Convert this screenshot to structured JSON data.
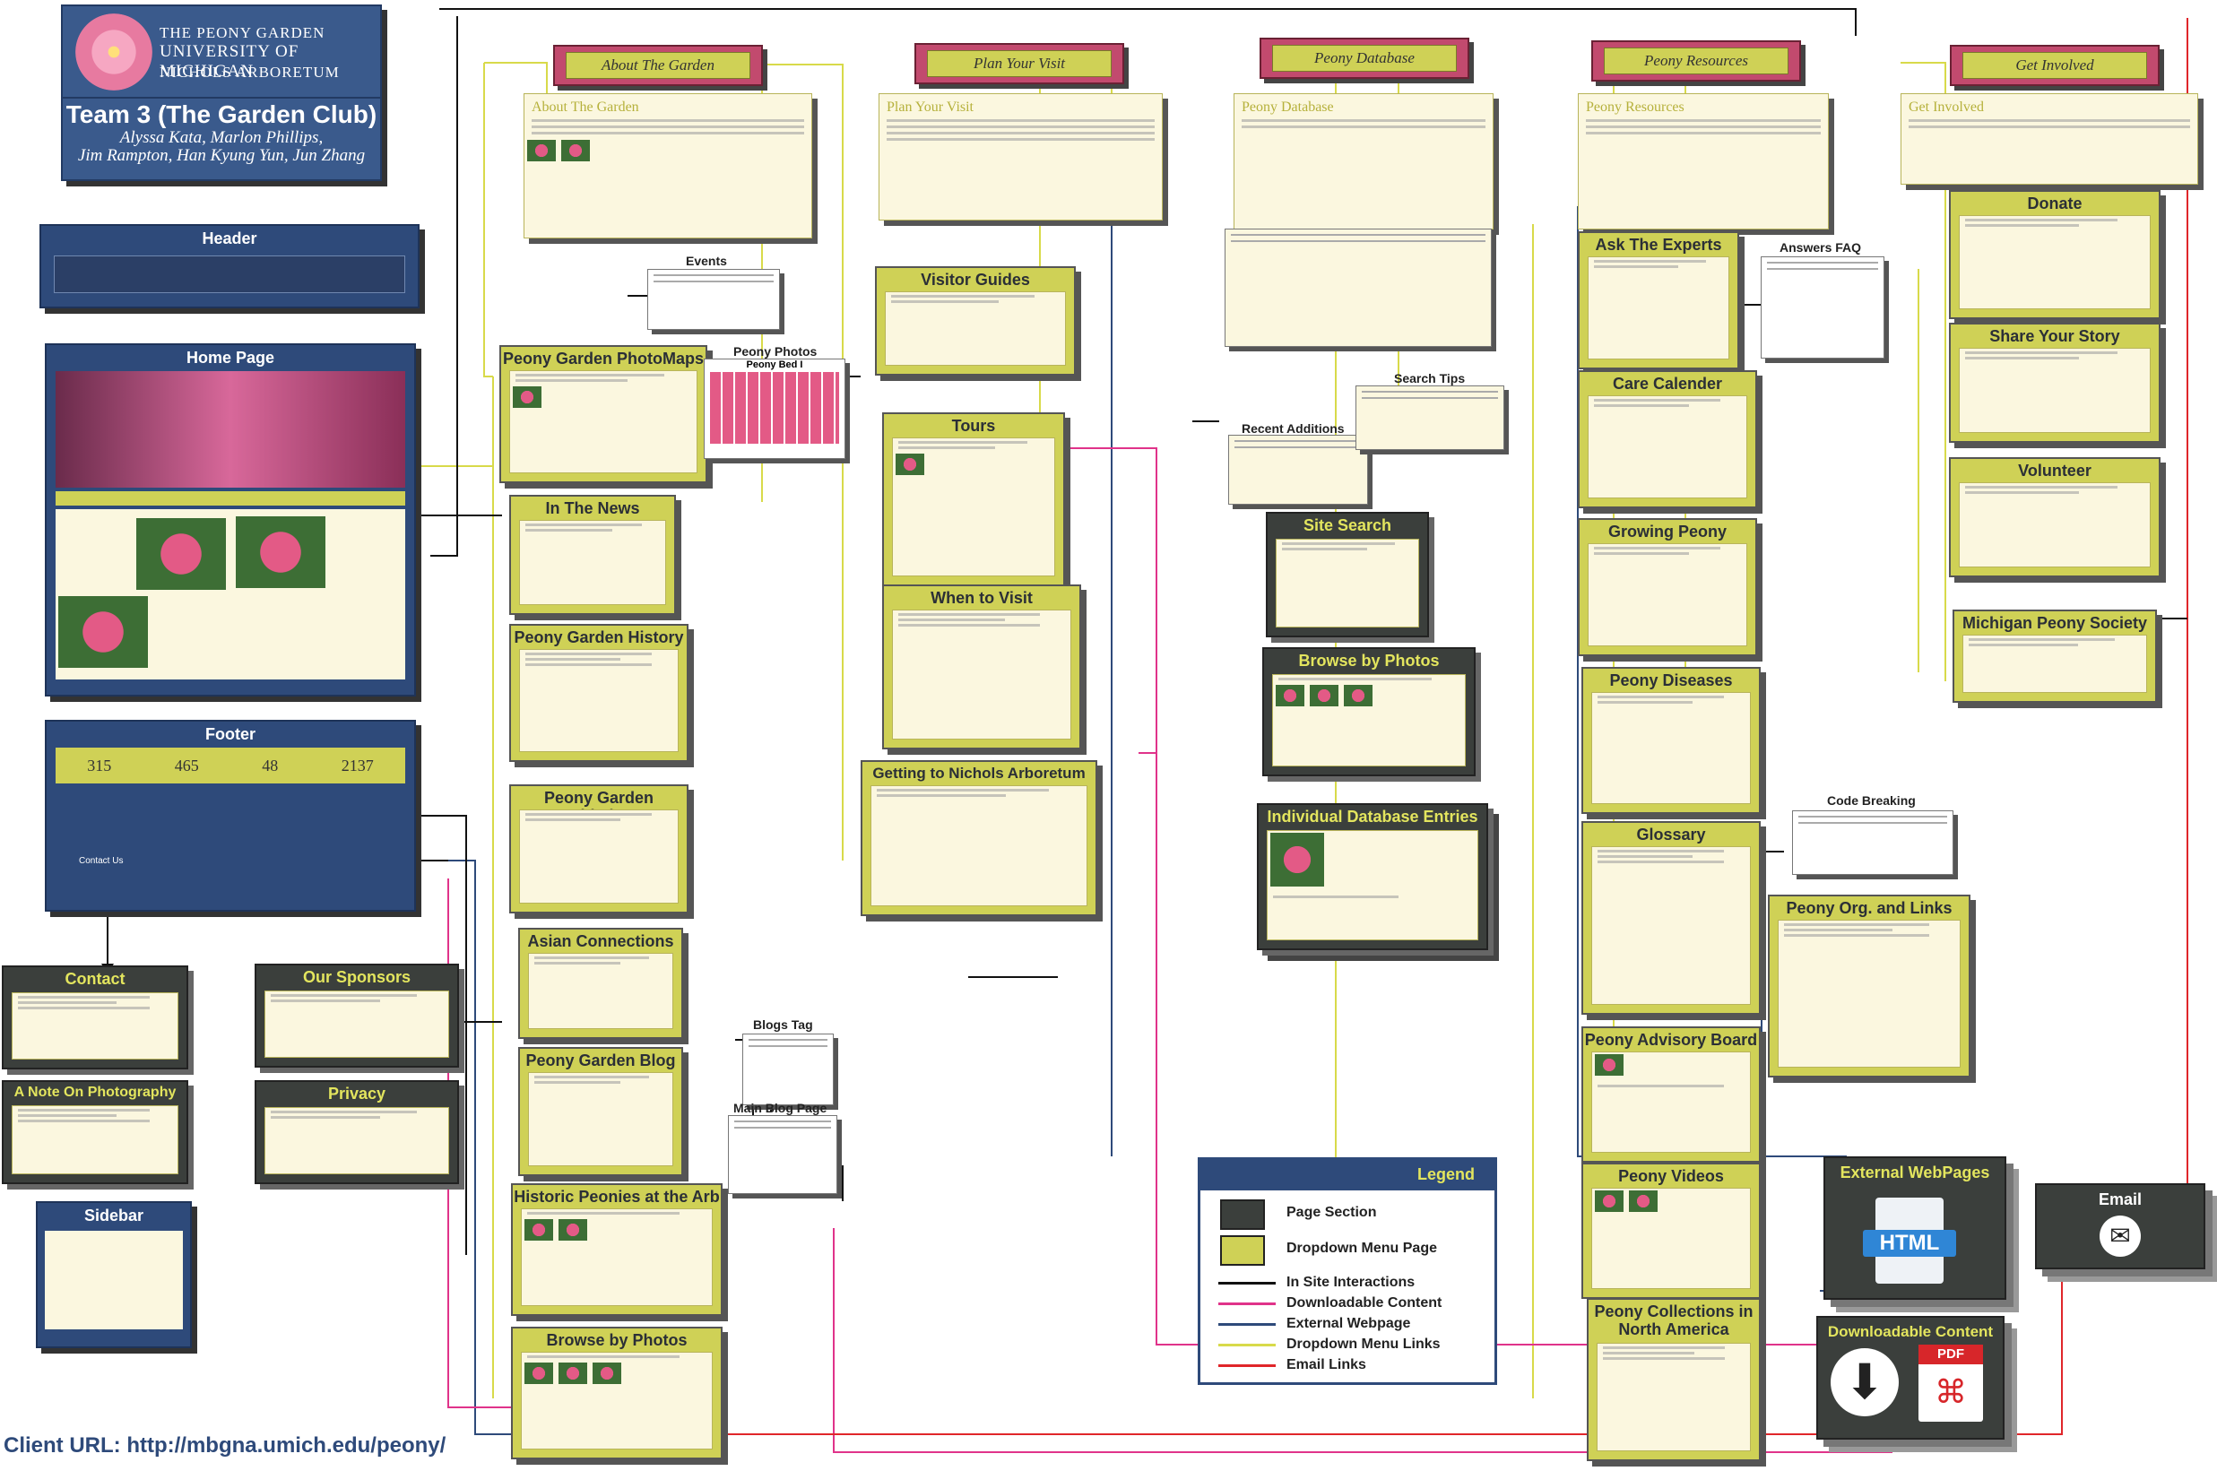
{
  "brand": {
    "line1": "THE PEONY GARDEN",
    "line2": "UNIVERSITY OF MICHIGAN",
    "line3": "NICHOLS ARBORETUM"
  },
  "team": {
    "title": "Team 3 (The Garden Club)",
    "members_line1": "Alyssa Kata, Marlon Phillips,",
    "members_line2": "Jim Rampton, Han Kyung Yun, Jun Zhang"
  },
  "menu_tabs": [
    "About The Garden",
    "Plan Your Visit",
    "Peony Database",
    "Peony Resources",
    "Get Involved"
  ],
  "menu_pages": [
    "About The Garden",
    "Plan Your Visit",
    "Peony Database",
    "Peony Resources",
    "Get Involved"
  ],
  "left_sections": {
    "header": "Header",
    "home": "Home Page",
    "footer": "Footer",
    "footer_stats": [
      "315",
      "465",
      "48",
      "2137"
    ],
    "footer_contact": "Contact Us",
    "sidebar": "Sidebar"
  },
  "about_column": [
    "Peony Garden PhotoMaps",
    "In The News",
    "Peony Garden History",
    "Peony Garden Initiative",
    "Asian Connections",
    "Peony Garden Blog",
    "Historic Peonies at the Arb",
    "Browse by Photos"
  ],
  "visit_column": [
    "Visitor Guides",
    "Tours",
    "When to Visit",
    "Getting to Nichols Arboretum"
  ],
  "database_column": [
    "Site Search",
    "Browse by Photos",
    "Individual Database Entries"
  ],
  "resources_column": [
    "Ask The Experts",
    "Care Calender",
    "Growing Peony",
    "Peony Diseases",
    "Glossary",
    "Peony Advisory Board",
    "Peony Videos",
    "Peony Collections in North America"
  ],
  "involved_column": [
    "Donate",
    "Share Your Story",
    "Volunteer",
    "Michigan Peony Society"
  ],
  "side_pages": {
    "contact": "Contact",
    "sponsors": "Our Sponsors",
    "photography": "A Note On Photography",
    "privacy": "Privacy",
    "peony_org": "Peony Org. and Links"
  },
  "labels": {
    "events": "Events",
    "peony_photos": "Peony Photos",
    "peony_bed": "Peony Bed I",
    "recent_additions": "Recent Additions",
    "search_tips": "Search Tips",
    "answers_faq": "Answers FAQ",
    "code_breaking": "Code Breaking",
    "blogs_tag": "Blogs Tag",
    "main_blog": "Main Blog Page"
  },
  "legend": {
    "title": "Legend",
    "items": [
      "Page Section",
      "Dropdown Menu Page",
      "In Site Interactions",
      "Downloadable Content",
      "External Webpage",
      "Dropdown Menu Links",
      "Email Links"
    ],
    "colors": {
      "in_site": "#111111",
      "downloadable": "#e0338a",
      "external": "#2e4a7a",
      "dropdown": "#d8da4a",
      "email": "#e0262a"
    }
  },
  "external": {
    "webpages": "External WebPages",
    "html_label": "HTML",
    "downloadable": "Downloadable Content",
    "pdf_label": "PDF",
    "email": "Email"
  },
  "client_url": "Client URL: http://mbgna.umich.edu/peony/"
}
